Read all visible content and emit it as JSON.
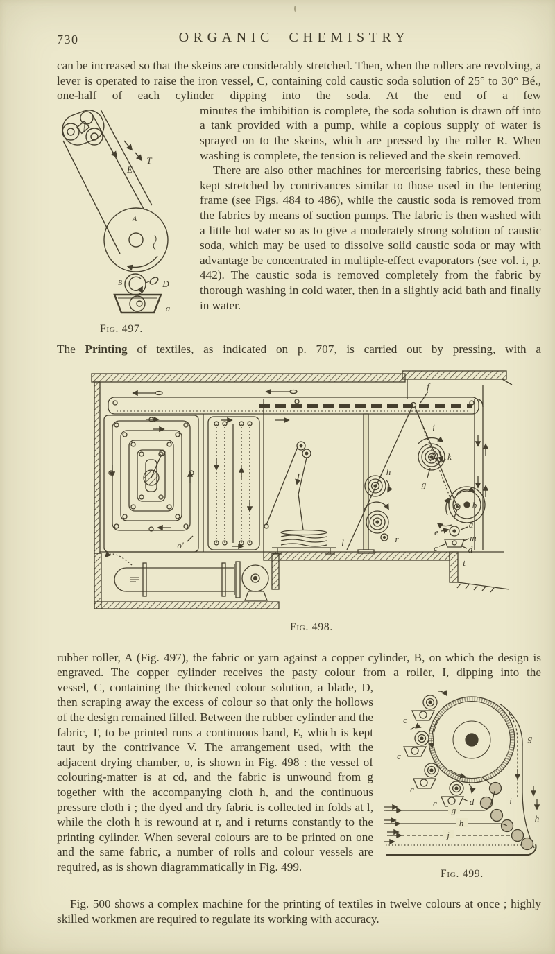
{
  "page": {
    "number": "730",
    "header_title": "ORGANIC CHEMISTRY"
  },
  "paragraphs": {
    "p1": "can be increased so that the skeins are considerably stretched. Then, when the rollers are revolving, a lever is operated to raise the iron vessel, C, containing cold caustic soda solution of 25° to 30° Bé., one-half of each cylinder dipping into the soda. At the end of a few",
    "p2": "minutes the imbibition is complete, the soda solution is drawn off into a tank provided with a pump, while a copious supply of water is sprayed on to the skeins, which are pressed by the roller R. When washing is complete, the tension is relieved and the skein removed.",
    "p3": "There are also other machines for mercerising fabrics, these being kept stretched by contrivances similar to those used in the tentering frame (see Figs. 484 to 486), while the caustic soda is removed from the fabrics by means of suction pumps. The fabric is then washed with a little hot water so as to give a moderately strong solution of caustic soda, which may be used to dissolve solid caustic soda or may with advantage be concentrated in multiple-effect evaporators (see vol. i, p. 442). The caustic soda is removed completely from the fabric by thorough washing in cold water, then in a slightly acid bath and finally in water.",
    "p4_pre": "The ",
    "p4_bold": "Printing",
    "p4_post": " of textiles, as indicated on p. 707, is carried out by pressing, with a",
    "p5": "rubber roller, A (Fig. 497), the fabric or yarn against a copper cylinder, B, on which the design is engraved. The copper cylinder receives the pasty colour from a roller, I, dipping into the",
    "p6": "vessel, C, containing the thickened colour solution, a blade, D, then scraping away the excess of colour so that only the hollows of the design remained filled. Between the rubber cylinder and the fabric, T, to be printed runs a continuous band, E, which is kept taut by the contrivance V. The arrangement used, with the adjacent drying chamber, o, is shown in Fig. 498 : the vessel of colouring-matter is at cd, and the fabric is unwound from g together with the accompanying cloth h, and the continuous pressure cloth i ; the dyed and dry fabric is collected in folds at l, while the cloth h is rewound at r, and i returns constantly to the printing cylinder. When several colours are to be printed on one and the same fabric, a number of rolls and colour vessels are required, as is shown diagrammatically in Fig. 499.",
    "p7": "Fig. 500 shows a complex machine for the printing of textiles in twelve colours at once ; highly skilled workmen are required to regulate its working with accuracy."
  },
  "figures": {
    "fig497": {
      "caption": "Fig. 497.",
      "labels": {
        "T": "T",
        "E": "E",
        "A": "A",
        "B": "B",
        "D": "D",
        "a": "a"
      }
    },
    "fig498": {
      "caption": "Fig. 498.",
      "labels": {
        "f": "f",
        "i": "i",
        "k": "k",
        "g": "g",
        "h": "h",
        "r": "r",
        "o": "o′",
        "l": "l",
        "b": "b",
        "a": "a",
        "m": "m",
        "c": "c",
        "d": "d",
        "e": "e",
        "t": "t"
      }
    },
    "fig499": {
      "caption": "Fig. 499.",
      "labels": {
        "c": "c",
        "d": "d",
        "g": "g",
        "h": "h",
        "i": "i",
        "j": "j"
      }
    }
  },
  "ink_color": "#46402f"
}
